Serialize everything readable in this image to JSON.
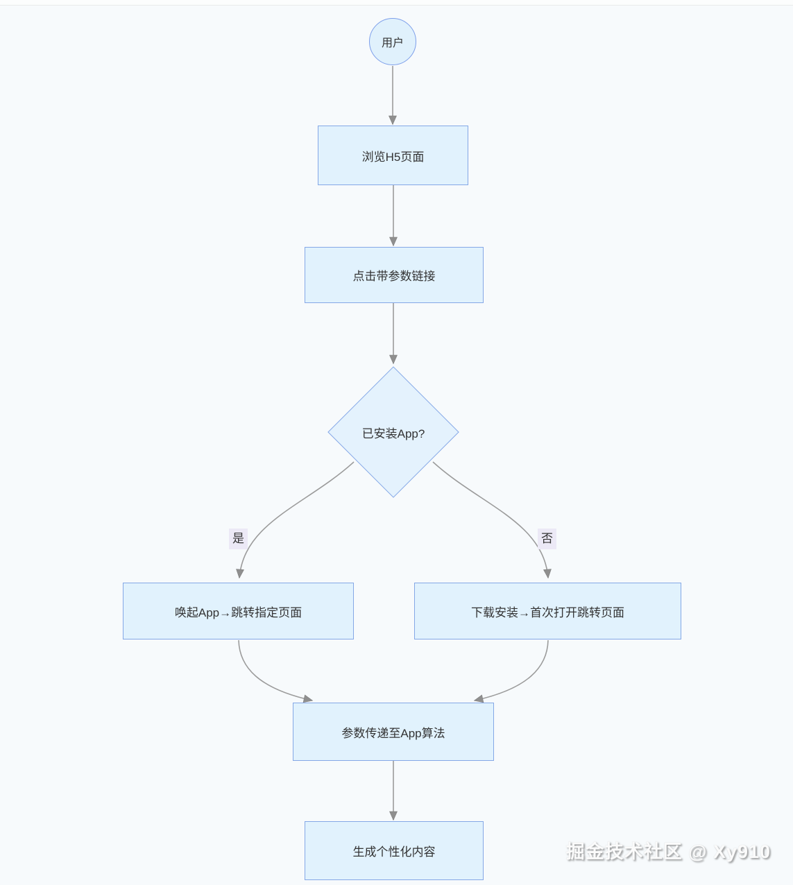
{
  "page": {
    "watermark": "掘金技术社区 @ Xy910"
  },
  "colors": {
    "background": "#f7fafc",
    "node_fill": "#e1f2fd",
    "node_border": "#84a7e6",
    "circle_border": "#7c9eea",
    "edge_line": "#9b9b9b",
    "arrowhead": "#8f8f8f",
    "edge_label_bg": "#ece9f6",
    "text": "#333333"
  },
  "flowchart": {
    "type": "flowchart-top-down",
    "nodes": [
      {
        "id": "user",
        "shape": "circle",
        "label": "用户"
      },
      {
        "id": "browse-h5",
        "shape": "rect",
        "label": "浏览H5页面"
      },
      {
        "id": "click-link",
        "shape": "rect",
        "label": "点击带参数链接"
      },
      {
        "id": "app-installed",
        "shape": "diamond",
        "label": "已安装App?"
      },
      {
        "id": "launch-app",
        "shape": "rect",
        "label": "唤起App→跳转指定页面"
      },
      {
        "id": "download-install",
        "shape": "rect",
        "label": "下载安装→首次打开跳转页面"
      },
      {
        "id": "pass-params",
        "shape": "rect",
        "label": "参数传递至App算法"
      },
      {
        "id": "personalized-content",
        "shape": "rect",
        "label": "生成个性化内容"
      }
    ],
    "edges": [
      {
        "from": "user",
        "to": "browse-h5",
        "label": ""
      },
      {
        "from": "browse-h5",
        "to": "click-link",
        "label": ""
      },
      {
        "from": "click-link",
        "to": "app-installed",
        "label": ""
      },
      {
        "from": "app-installed",
        "to": "launch-app",
        "label": "是"
      },
      {
        "from": "app-installed",
        "to": "download-install",
        "label": "否"
      },
      {
        "from": "launch-app",
        "to": "pass-params",
        "label": ""
      },
      {
        "from": "download-install",
        "to": "pass-params",
        "label": ""
      },
      {
        "from": "pass-params",
        "to": "personalized-content",
        "label": ""
      }
    ]
  }
}
